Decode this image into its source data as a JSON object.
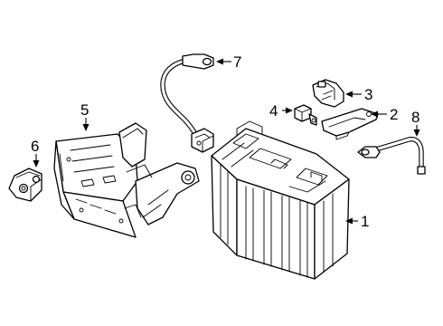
{
  "callouts": [
    {
      "id": "1",
      "text": "1"
    },
    {
      "id": "2",
      "text": "2"
    },
    {
      "id": "3",
      "text": "3"
    },
    {
      "id": "4",
      "text": "4"
    },
    {
      "id": "5",
      "text": "5"
    },
    {
      "id": "6",
      "text": "6"
    },
    {
      "id": "7",
      "text": "7"
    },
    {
      "id": "8",
      "text": "8"
    }
  ],
  "parts": [
    {
      "callout": "1",
      "name": "battery"
    },
    {
      "callout": "2",
      "name": "terminal-cover"
    },
    {
      "callout": "3",
      "name": "terminal-clamp"
    },
    {
      "callout": "4",
      "name": "sensor"
    },
    {
      "callout": "5",
      "name": "battery-tray"
    },
    {
      "callout": "6",
      "name": "mounting-bracket"
    },
    {
      "callout": "7",
      "name": "ground-cable"
    },
    {
      "callout": "8",
      "name": "positive-cable"
    }
  ]
}
